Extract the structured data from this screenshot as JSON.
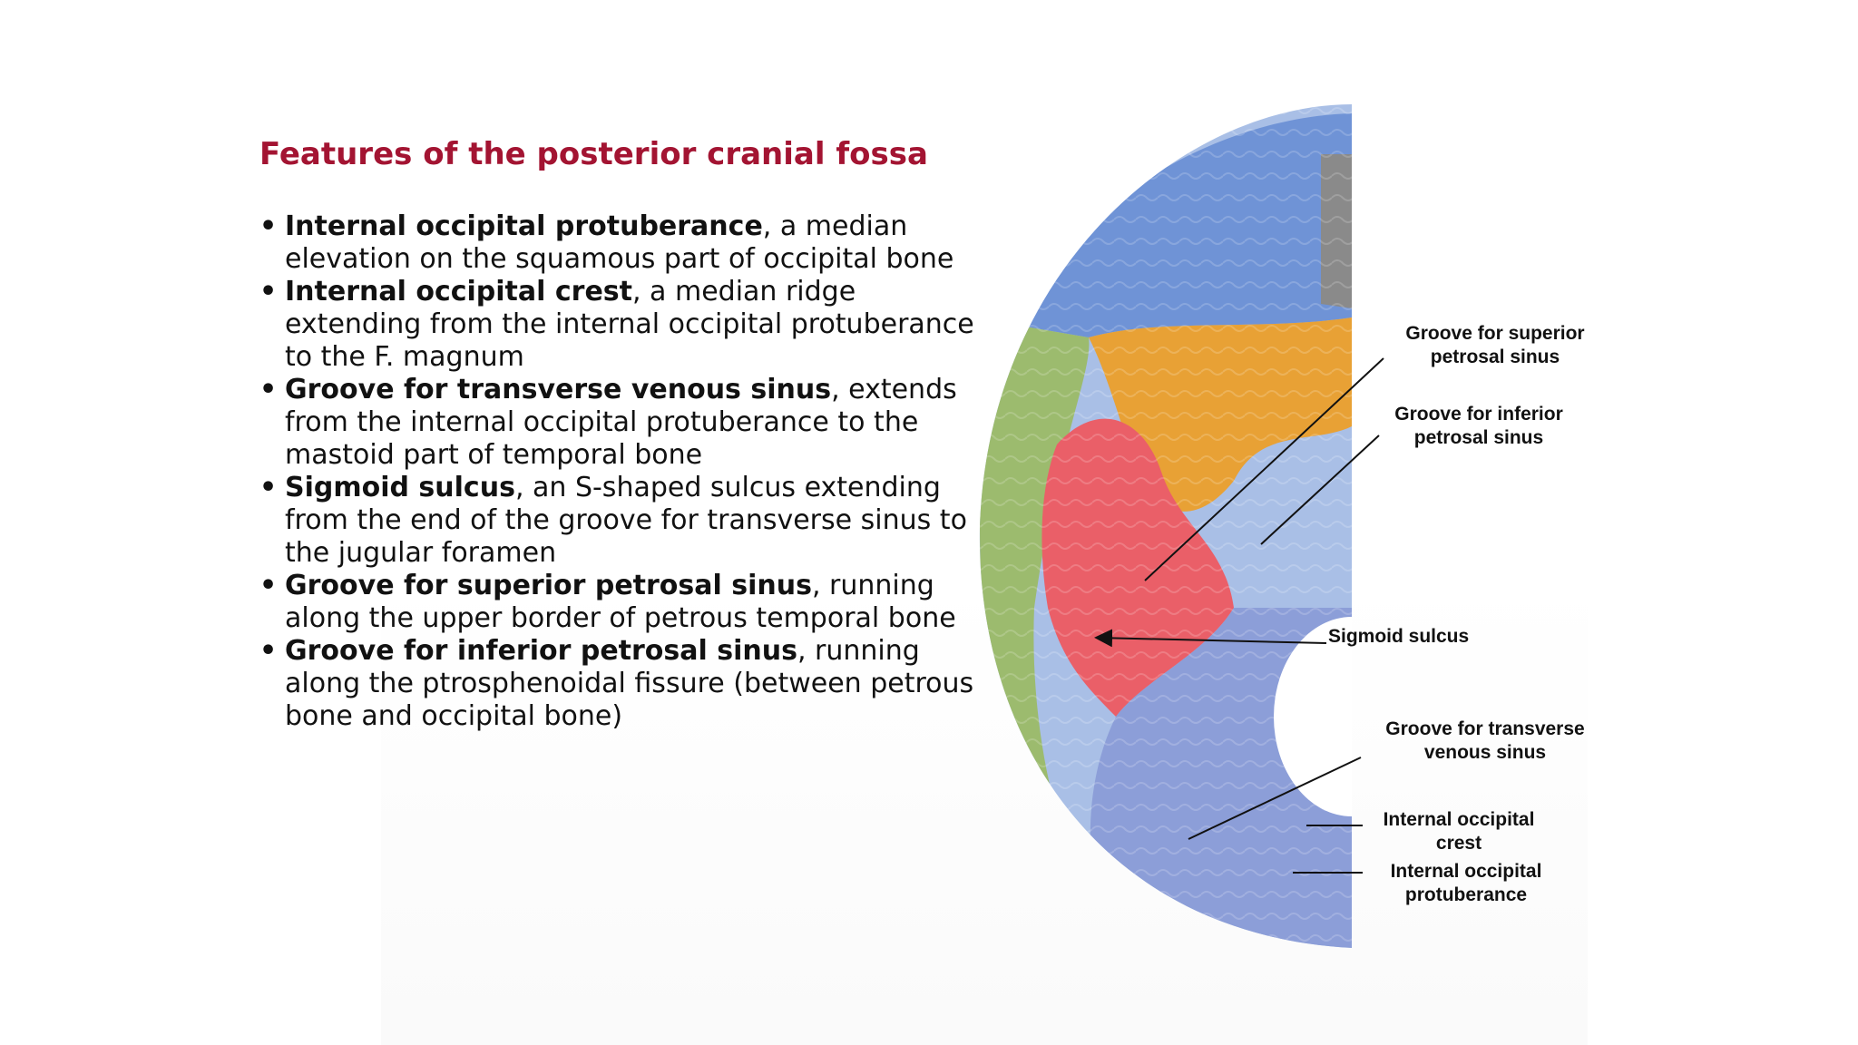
{
  "title": "Features of the posterior cranial fossa",
  "bullets": [
    {
      "term": "Internal occipital protuberance",
      "rest": ", a median elevation on the squamous part of occipital bone"
    },
    {
      "term": "Internal occipital crest",
      "rest": ", a median ridge extending from the internal occipital protuberance to the F. magnum"
    },
    {
      "term": "Groove for transverse venous sinus",
      "rest": ", extends from the internal occipital protuberance to the mastoid part of temporal bone"
    },
    {
      "term": "Sigmoid sulcus",
      "rest": ", an S-shaped sulcus extending from the end of the groove for transverse sinus to the jugular foramen"
    },
    {
      "term": "Groove for superior petrosal sinus",
      "rest": ", running along the upper border of petrous temporal bone"
    },
    {
      "term": "Groove for inferior petrosal sinus",
      "rest": ", running along the ptrosphenoidal fissure (between petrous bone and occipital bone)"
    }
  ],
  "labels": {
    "sup_petrosal_1": "Groove for superior",
    "sup_petrosal_2": "petrosal sinus",
    "inf_petrosal_1": "Groove for inferior",
    "inf_petrosal_2": "petrosal sinus",
    "sigmoid": "Sigmoid sulcus",
    "transverse_1": "Groove for transverse",
    "transverse_2": "venous sinus",
    "crest_1": "Internal occipital",
    "crest_2": "crest",
    "protuberance_1": "Internal occipital",
    "protuberance_2": "protuberance"
  },
  "colors": {
    "title": "#a31432",
    "frontal_bone": "#6f93d6",
    "parietal_bone": "#9cbb6e",
    "sphenoid_bone": "#e8a135",
    "temporal_bone": "#ea5f68",
    "occipital_bone": "#8c9ed8"
  }
}
